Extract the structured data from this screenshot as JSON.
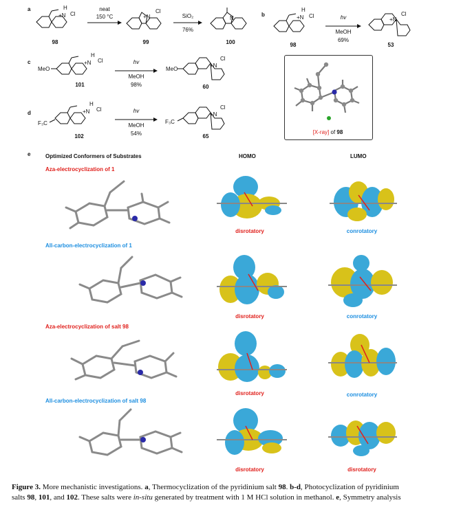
{
  "panels": {
    "a": {
      "label": "a",
      "cond1_top": "neat",
      "cond1_bottom": "150 °C",
      "cond2_top": "SiO₂",
      "cond2_bottom": "76%",
      "compounds": [
        "98",
        "99",
        "100"
      ]
    },
    "b": {
      "label": "b",
      "cond_top": "hv",
      "cond_mid": "MeOH",
      "cond_bottom": "69%",
      "compounds": [
        "98",
        "53"
      ]
    },
    "c": {
      "label": "c",
      "substituent": "MeO",
      "cond_top": "hv",
      "cond_mid": "MeOH",
      "cond_bottom": "98%",
      "compounds": [
        "101",
        "60"
      ]
    },
    "d": {
      "label": "d",
      "substituent": "F₃C",
      "cond_top": "hv",
      "cond_mid": "MeOH",
      "cond_bottom": "54%",
      "compounds": [
        "102",
        "65"
      ]
    },
    "xray": {
      "prefix": "[X-ray]",
      "of": " of ",
      "compound": "98"
    },
    "atoms": {
      "h": "H",
      "cl": "Cl",
      "n_plus": "+N",
      "minus": "−"
    }
  },
  "panel_e": {
    "label": "e",
    "header_left": "Optimized Conformers of Substrates",
    "header_homo": "HOMO",
    "header_lumo": "LUMO",
    "rows": [
      {
        "title": "Aza-electrocyclization of 1",
        "homo": "disrotatory",
        "lumo": "conrotatory",
        "lumo_color": "#1c8ee0",
        "title_color": "#e0201c"
      },
      {
        "title": "All-carbon-electrocyclization of 1",
        "homo": "disrotatory",
        "lumo": "conrotatory",
        "lumo_color": "#1c8ee0",
        "title_color": "#1c8ee0"
      },
      {
        "title": "Aza-electrocyclization of salt 98",
        "homo": "disrotatory",
        "lumo": "conrotatory",
        "lumo_color": "#1c8ee0",
        "title_color": "#e0201c"
      },
      {
        "title": "All-carbon-electrocyclization of salt 98",
        "homo": "disrotatory",
        "lumo": "disrotatory",
        "lumo_color": "#e0201c",
        "title_color": "#1c8ee0"
      }
    ]
  },
  "caption": {
    "fig": "Figure 3.",
    "s1": " More mechanistic investigations. ",
    "a": "a",
    "s2": ", Thermocyclization of the pyridinium salt ",
    "c98": "98",
    "s3": ". ",
    "bd": "b-d",
    "s4": ", Photocyclization of pyridinium",
    "line2_a": "salts ",
    "c98b": "98",
    "line2_b": ", ",
    "c101": "101",
    "line2_c": ", and ",
    "c102": "102",
    "line2_d": ". These salts were ",
    "insitu": "in-situ",
    "line2_e": " generated by treatment with 1 M HCl solution in methanol. ",
    "e": "e",
    "line2_f": ", Symmetry analysis"
  },
  "colors": {
    "red": "#e0201c",
    "blue": "#1c8ee0",
    "orbital_yellow": "#d8c21a",
    "orbital_blue": "#3aa8d8",
    "atom_grey": "#8a8a8a",
    "nitrogen": "#2a2aa8",
    "chlorine": "#2aa52a"
  }
}
